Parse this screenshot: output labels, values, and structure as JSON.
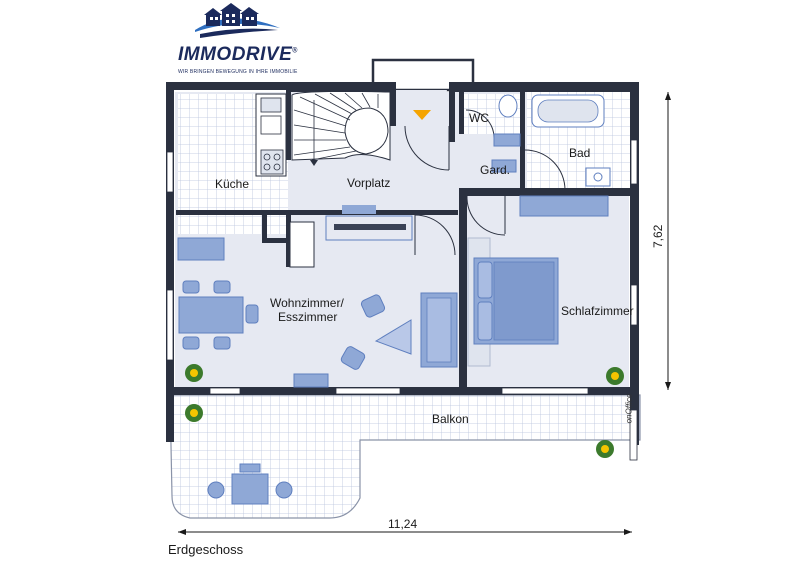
{
  "logo": {
    "brand_name": "IMMODRIVE",
    "registered_mark": "®",
    "tagline": "WIR BRINGEN BEWEGUNG IN IHRE IMMOBILIE"
  },
  "rooms": {
    "kueche": "Küche",
    "vorplatz": "Vorplatz",
    "wc": "WC",
    "bad": "Bad",
    "gard": "Gard.",
    "wohnzimmer_line1": "Wohnzimmer/",
    "wohnzimmer_line2": "Esszimmer",
    "schlafzimmer": "Schlafzimmer",
    "balkon": "Balkon"
  },
  "dimensions": {
    "width": "11,24",
    "height": "7,62"
  },
  "floor_label": "Erdgeschoss",
  "watermark": "onOffice",
  "colors": {
    "wall": "#2b3140",
    "floor": "#e6e9f2",
    "tile": "#ffffff",
    "tile_grid": "#b9c4dc",
    "furniture": "#8fa8d6",
    "furniture_dark": "#5f7fbf",
    "arrow": "#f5a400",
    "plant": "#3c7a2c"
  }
}
